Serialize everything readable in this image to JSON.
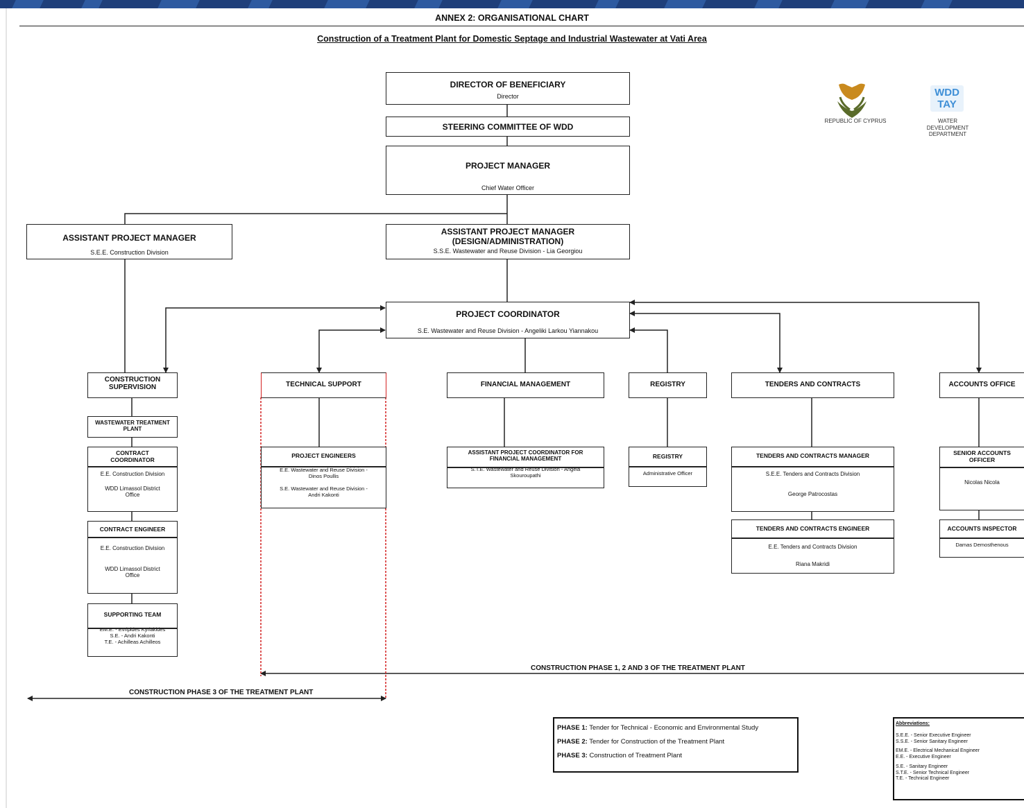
{
  "title": "ANNEX 2: ORGANISATIONAL CHART",
  "subtitle": "Construction of a Treatment Plant for Domestic Septage and Industrial Wastewater at Vati Area",
  "logos": {
    "cyprus_caption": "REPUBLIC OF CYPRUS",
    "wdd_mark": "WDD TAY",
    "wdd_caption_1": "WATER",
    "wdd_caption_2": "DEVELOPMENT",
    "wdd_caption_3": "DEPARTMENT"
  },
  "top": {
    "director": {
      "title": "DIRECTOR OF BENEFICIARY",
      "sub": "Director"
    },
    "steering": {
      "title": "STEERING COMMITTEE OF WDD"
    },
    "pm": {
      "title": "PROJECT MANAGER",
      "sub": "Chief Water Officer"
    },
    "apm_left": {
      "title": "ASSISTANT PROJECT MANAGER",
      "sub": "S.E.E. Construction Division"
    },
    "apm_right": {
      "title1": "ASSISTANT PROJECT MANAGER",
      "title2": "(DESIGN/ADMINISTRATION)",
      "sub": "S.S.E. Wastewater and Reuse Division - Lia Georgiou"
    },
    "coordinator": {
      "title": "PROJECT COORDINATOR",
      "sub": "S.E. Wastewater and Reuse Division - Angeliki Larkou Yiannakou"
    }
  },
  "construction": {
    "header_1": "CONSTRUCTION",
    "header_2": "SUPERVISION",
    "wtp_1": "WASTEWATER TREATMENT",
    "wtp_2": "PLANT",
    "cc_title_1": "CONTRACT",
    "cc_title_2": "COORDINATOR",
    "cc_line1": "E.E. Construction Division",
    "cc_line2_1": "WDD Limassol District",
    "cc_line2_2": "Office",
    "ce_title": "CONTRACT ENGINEER",
    "ce_line1": "E.E. Construction Division",
    "ce_line2_1": "WDD Limassol District",
    "ce_line2_2": "Office",
    "st_title": "SUPPORTING TEAM",
    "st_1": "EM.E. - Evripides Kyriakides",
    "st_2": "S.E. - Andri Kakonti",
    "st_3": "T.E. - Achilleas Achilleos"
  },
  "technical": {
    "header": "TECHNICAL SUPPORT",
    "pe_title": "PROJECT ENGINEERS",
    "pe_1a": "E.E. Wastewater and Reuse Division -",
    "pe_1b": "Dinos Poullis",
    "pe_2a": "S.E. Wastewater and Reuse Division -",
    "pe_2b": "Andri Kakonti"
  },
  "financial": {
    "header": "FINANCIAL MANAGEMENT",
    "sub_title_1": "ASSISTANT PROJECT COORDINATOR FOR",
    "sub_title_2": "FINANCIAL MANAGEMENT",
    "sub_line_1": "S.T.E. Wastewater and Reuse Division - Angela",
    "sub_line_2": "Skouroupathi"
  },
  "registry": {
    "header": "REGISTRY",
    "sub_title": "REGISTRY",
    "sub_line": "Administrative Officer"
  },
  "tenders": {
    "header": "TENDERS AND CONTRACTS",
    "mgr_title": "TENDERS AND CONTRACTS MANAGER",
    "mgr_line1": "S.E.E. Tenders and Contracts Division",
    "mgr_line2": "George Patrocostas",
    "eng_title": "TENDERS AND CONTRACTS ENGINEER",
    "eng_line1": "E.E. Tenders and Contracts Division",
    "eng_line2": "Riana Makridi"
  },
  "accounts": {
    "header": "ACCOUNTS OFFICE",
    "sao_title_1": "SENIOR ACCOUNTS",
    "sao_title_2": "OFFICER",
    "sao_name": "Nicolas Nicola",
    "ai_title": "ACCOUNTS INSPECTOR",
    "ai_name": "Damas Demosthenous"
  },
  "phases": {
    "phase_123_label": "CONSTRUCTION PHASE 1, 2 AND 3 OF THE TREATMENT PLANT",
    "phase_3_label": "CONSTRUCTION PHASE 3 OF THE TREATMENT PLANT",
    "p1_key": "PHASE 1:",
    "p1_text": "Tender for Technical - Economic and Environmental Study",
    "p2_key": "PHASE 2:",
    "p2_text": "Tender for Construction of the Treatment Plant",
    "p3_key": "PHASE 3:",
    "p3_text": "Construction of Treatment Plant"
  },
  "abbreviations": {
    "heading": "Abbreviations:",
    "a1": "S.E.E. - Senior Executive Engineer",
    "a2": "S.S.E. - Senior Sanitary Engineer",
    "a3": "EM.E. - Electrical Mechanical Engineer",
    "a4": "E.E. - Executive Engineer",
    "a5": "S.E. - Sanitary Engineer",
    "a6": "S.T.E. - Senior Technical Engineer",
    "a7": "T.E. - Technical Engineer"
  },
  "colors": {
    "lines": "#222222",
    "technical_border": "#d42020",
    "header_bar": "#1f3f7a",
    "logo_olive": "#5a6b2a",
    "logo_copper": "#c98a1e",
    "wdd_blue": "#3f8fd6"
  }
}
